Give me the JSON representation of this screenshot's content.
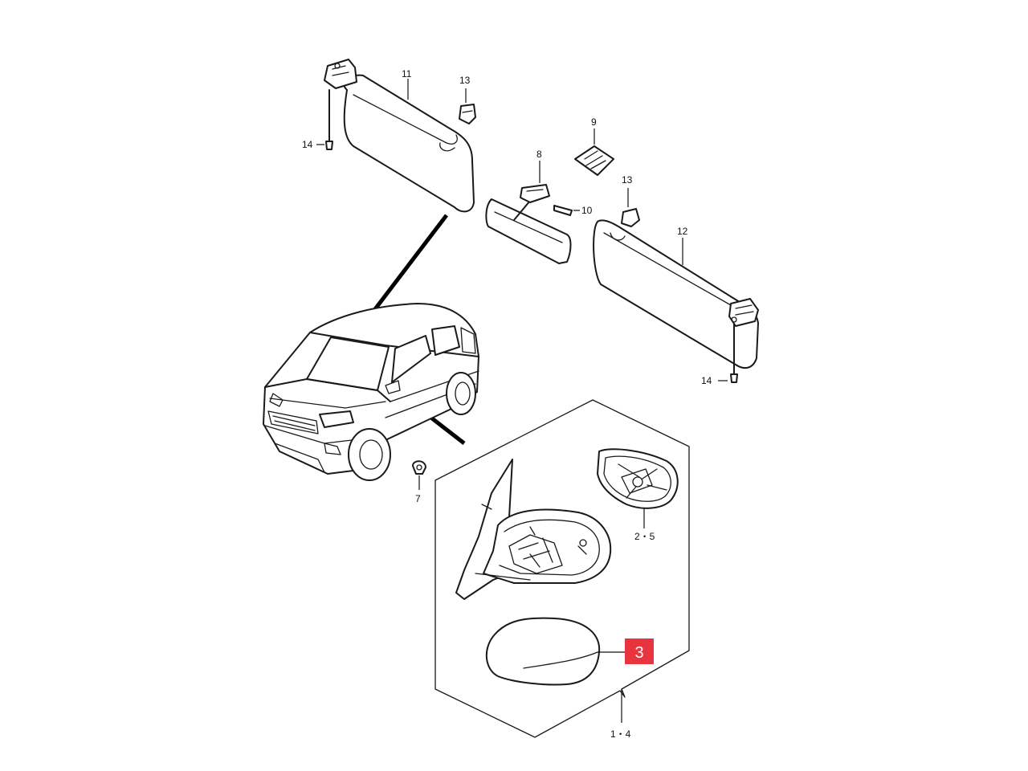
{
  "diagram": {
    "callouts": {
      "c11": "11",
      "c13a": "13",
      "c14a": "14",
      "c9": "9",
      "c8": "8",
      "c10": "10",
      "c13b": "13",
      "c12": "12",
      "c14b": "14",
      "c7": "7",
      "c25": "2・5",
      "c14": "1・4"
    },
    "highlight": {
      "label": "3",
      "color": "#e8343f"
    }
  }
}
